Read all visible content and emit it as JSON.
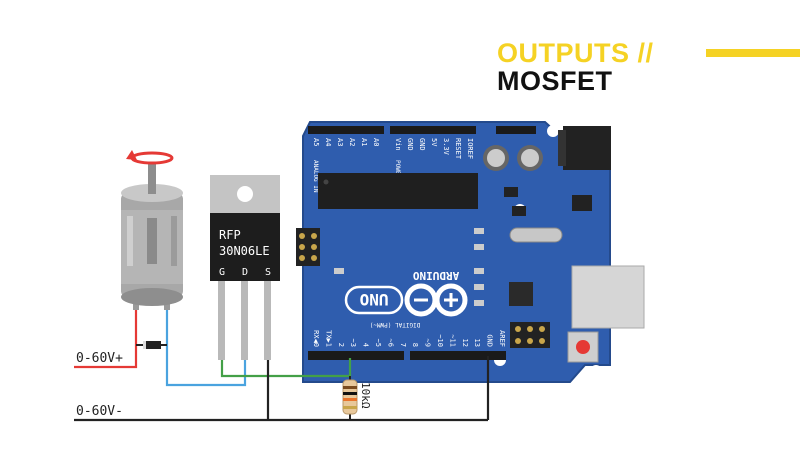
{
  "header": {
    "title": "OUTPUTS //",
    "subtitle": "MOSFET"
  },
  "colors": {
    "accent_yellow": "#F5D224",
    "board_blue": "#2F5DAE",
    "wire_red": "#E53935",
    "wire_blue": "#4AA3DF",
    "wire_green": "#43A047",
    "wire_black": "#222222"
  },
  "mosfet": {
    "label_line1": "RFP",
    "label_line2": "30N06LE",
    "pin_g": "G",
    "pin_d": "D",
    "pin_s": "S"
  },
  "resistor": {
    "label": "10kΩ"
  },
  "rails": {
    "positive_label": "0-60V+",
    "negative_label": "0-60V-"
  },
  "arduino": {
    "brand": "ARDUINO",
    "model": "UNO",
    "analog_header": "ANALOG IN",
    "analog_pins": [
      "A5",
      "A4",
      "A3",
      "A2",
      "A1",
      "A0"
    ],
    "power_header": "POWER",
    "power_pins": [
      "Vin",
      "GND",
      "GND",
      "5V",
      "3.3V",
      "RESET",
      "IOREF"
    ],
    "digital_header": "DIGITAL (PWM~)",
    "digital_pins": [
      "RX◀0",
      "TX▶1",
      "2",
      "~3",
      "4",
      "~5",
      "~6",
      "7",
      "8",
      "~9",
      "~10",
      "~11",
      "12",
      "13",
      "GND",
      "AREF"
    ]
  },
  "icons": {
    "rotation": "rotation-arrow-icon",
    "logo": "arduino-infinity-icon"
  }
}
